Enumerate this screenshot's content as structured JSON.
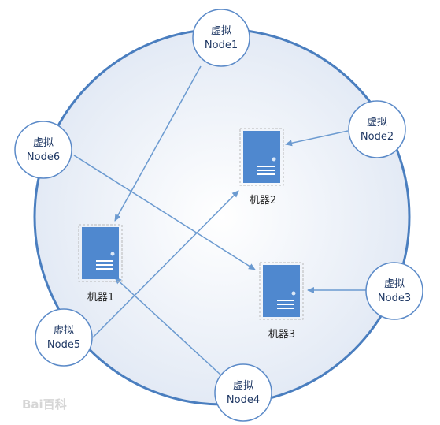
{
  "virtual_nodes": [
    {
      "line1": "虚拟",
      "line2": "Node1"
    },
    {
      "line1": "虚拟",
      "line2": "Node2"
    },
    {
      "line1": "虚拟",
      "line2": "Node3"
    },
    {
      "line1": "虚拟",
      "line2": "Node4"
    },
    {
      "line1": "虚拟",
      "line2": "Node5"
    },
    {
      "line1": "虚拟",
      "line2": "Node6"
    }
  ],
  "machines": [
    {
      "label": "机器1"
    },
    {
      "label": "机器2"
    },
    {
      "label": "机器3"
    }
  ],
  "mappings": [
    {
      "from": "Node1",
      "to": "机器1"
    },
    {
      "from": "Node2",
      "to": "机器2"
    },
    {
      "from": "Node3",
      "to": "机器3"
    },
    {
      "from": "Node4",
      "to": "机器1"
    },
    {
      "from": "Node5",
      "to": "机器2"
    },
    {
      "from": "Node6",
      "to": "机器3"
    }
  ],
  "watermark": "Bai百科",
  "colors": {
    "ring": "#4a7ebf",
    "ring_fill": "#eaeff7",
    "node_stroke": "#5b8ac8",
    "arrow": "#6b9ad0",
    "server_fill": "#4f88cf",
    "text": "#1f3864"
  }
}
